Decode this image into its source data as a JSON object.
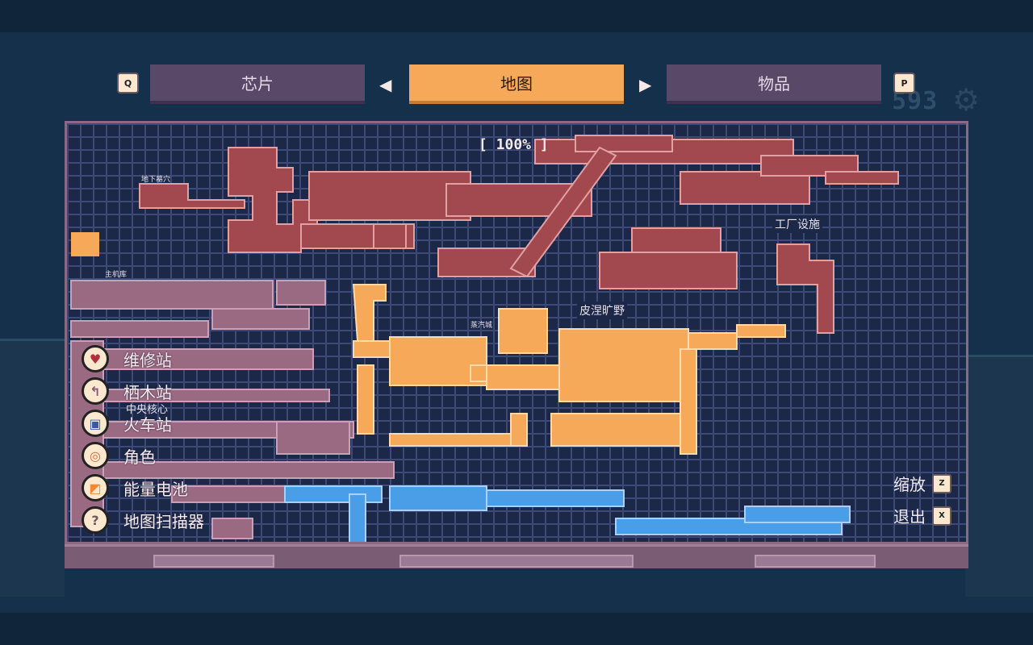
{
  "hud": {
    "currency": "593",
    "currency_icon": "gear-icon"
  },
  "tabs": [
    {
      "label": "芯片",
      "key": "Q",
      "active": false
    },
    {
      "label": "地图",
      "active": true
    },
    {
      "label": "物品",
      "key": "P",
      "active": false
    }
  ],
  "map": {
    "zoom": "[ 100% ]",
    "regions": {
      "catacombs": "地下墓穴",
      "hangar": "主机库",
      "steam_city": "蒸汽城",
      "wilds": "皮涅旷野",
      "factory": "工厂设施",
      "core": "中央核心"
    }
  },
  "legend": [
    {
      "label": "维修站",
      "icon": "heart-icon"
    },
    {
      "label": "栖木站",
      "icon": "perch-icon"
    },
    {
      "label": "火车站",
      "icon": "train-icon"
    },
    {
      "label": "角色",
      "icon": "character-icon"
    },
    {
      "label": "能量电池",
      "icon": "battery-icon"
    },
    {
      "label": "地图扫描器",
      "icon": "question-icon"
    }
  ],
  "controls": [
    {
      "label": "缩放",
      "key": "Z"
    },
    {
      "label": "退出",
      "key": "X"
    }
  ],
  "colors": {
    "explored_red": "#a2494f",
    "explored_mauve": "#9a6a82",
    "current_orange": "#f7a95a",
    "water_blue": "#4a9ee8"
  }
}
